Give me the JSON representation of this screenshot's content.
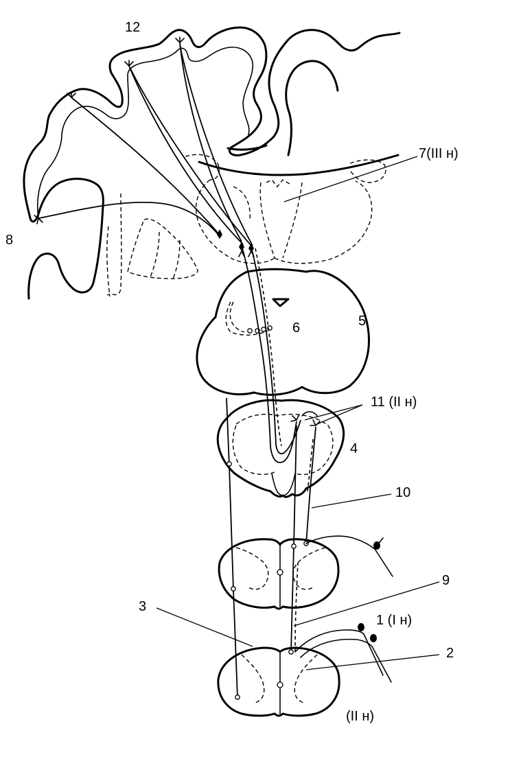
{
  "labels": {
    "l1": "1 (I н)",
    "l2": "2",
    "l3": "3",
    "l4": "4",
    "l5": "5",
    "l6": "6",
    "l7": "7(III н)",
    "l8": "8",
    "l9": "9",
    "l10": "10",
    "l11": "11 (II н)",
    "l12": "12",
    "l2n": "(II н)"
  }
}
